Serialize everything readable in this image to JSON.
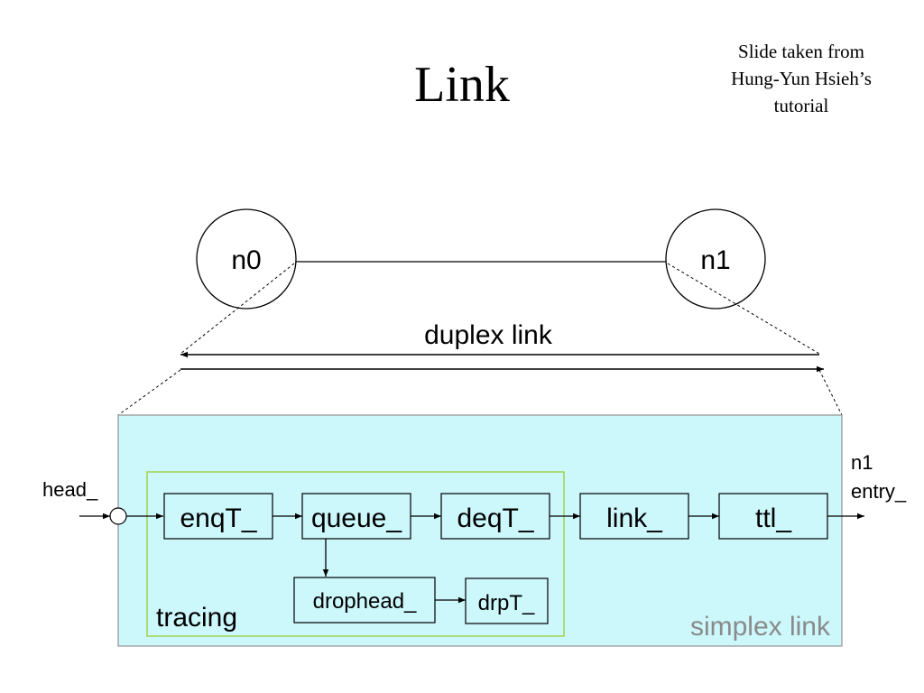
{
  "slide": {
    "title": "Link",
    "credit_lines": [
      "Slide taken from",
      "Hung-Yun Hsieh’s",
      "tutorial"
    ]
  },
  "diagram": {
    "nodes": [
      "n0",
      "n1"
    ],
    "duplex_label": "duplex link",
    "simplex_label": "simplex link",
    "tracing_label": "tracing",
    "head_label": "head_",
    "exit_label_lines": [
      "n1",
      "entry_"
    ],
    "components": {
      "enqT": "enqT_",
      "queue": "queue_",
      "deqT": "deqT_",
      "link": "link_",
      "ttl": "ttl_",
      "drophead": "drophead_",
      "drpT": "drpT_"
    },
    "colors": {
      "simplex_fill": "#ccf7fb",
      "simplex_border": "#9a9a9a",
      "tracing_border": "#9acd32",
      "simplex_text": "#8a8a8a"
    }
  }
}
